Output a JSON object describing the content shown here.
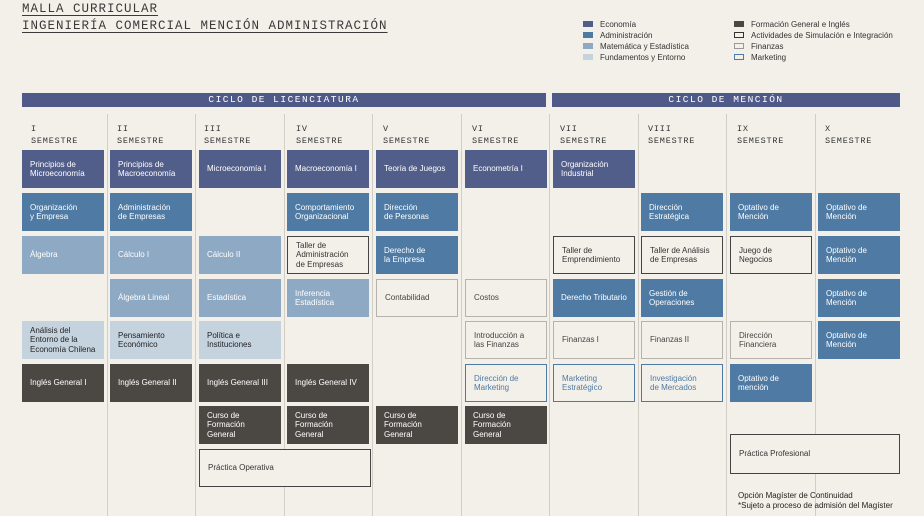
{
  "title": {
    "line1": "MALLA CURRICULAR",
    "line2": "INGENIERÍA COMERCIAL MENCIÓN ADMINISTRACIÓN"
  },
  "legend": {
    "col1": [
      {
        "label": "Economía",
        "color": "#525e8a"
      },
      {
        "label": "Administración",
        "color": "#4e7aa3"
      },
      {
        "label": "Matemática y Estadística",
        "color": "#8ea9c3"
      },
      {
        "label": "Fundamentos y Entorno",
        "color": "#c5d3df"
      }
    ],
    "col2": [
      {
        "label": "Formación General e Inglés",
        "color": "#4b4844"
      },
      {
        "label": "Actividades de Simulación e Integración",
        "color": "#f3f0ea"
      },
      {
        "label": "Finanzas",
        "color": "#f3f0ea"
      },
      {
        "label": "Marketing",
        "color": "#f3f0ea"
      }
    ]
  },
  "cycles": {
    "licenciatura": "CICLO DE LICENCIATURA",
    "mencion": "CICLO DE MENCIÓN"
  },
  "semesters": [
    "I\nSEMESTRE",
    "II\nSEMESTRE",
    "III\nSEMESTRE",
    "IV\nSEMESTRE",
    "V\nSEMESTRE",
    "VI\nSEMESTRE",
    "VII\nSEMESTRE",
    "VIII\nSEMESTRE",
    "IX\nSEMESTRE",
    "X\nSEMESTRE"
  ],
  "courses": {
    "s1": [
      "Principios de\nMicroeconomía",
      "Organización\ny Empresa",
      "Álgebra",
      "Análisis del\nEntorno de la\nEconomía Chilena",
      "Inglés General I"
    ],
    "s2": [
      "Principios de\nMacroeconomía",
      "Administración\nde Empresas",
      "Cálculo I",
      "Álgebra Lineal",
      "Pensamiento\nEconómico",
      "Inglés General II"
    ],
    "s3": [
      "Microeconomía I",
      "Cálculo II",
      "Estadística",
      "Política e\nInstituciones",
      "Inglés General III",
      "Curso de\nFormación General",
      "Práctica Operativa"
    ],
    "s4": [
      "Macroeconomía I",
      "Comportamiento\nOrganizacional",
      "Taller de\nAdministración\nde Empresas",
      "Inferencia\nEstadística",
      "Inglés General IV",
      "Curso de\nFormación General"
    ],
    "s5": [
      "Teoría de Juegos",
      "Dirección\nde Personas",
      "Derecho de\nla Empresa",
      "Contabilidad",
      "Curso de\nFormación General"
    ],
    "s6": [
      "Econometría I",
      "Costos",
      "Introducción a\nlas Finanzas",
      "Dirección de\nMarketing",
      "Curso de\nFormación General"
    ],
    "s7": [
      "Organización\nIndustrial",
      "Taller de\nEmprendimiento",
      "Derecho Tributario",
      "Finanzas I",
      "Marketing\nEstratégico"
    ],
    "s8": [
      "Dirección\nEstratégica",
      "Taller de Análisis\nde Empresas",
      "Gestión de\nOperaciones",
      "Finanzas II",
      "Investigación\nde Mercados"
    ],
    "s9": [
      "Optativo de Mención",
      "Juego de Negocios",
      "Dirección Financiera",
      "Optativo de mención",
      "Práctica Profesional"
    ],
    "s10": [
      "Optativo de Mención",
      "Optativo de Mención",
      "Optativo de Mención",
      "Optativo de Mención"
    ]
  },
  "footnote": {
    "line1": "Opción Magíster de Continuidad",
    "line2": "*Sujeto a proceso de admisión del Magíster"
  }
}
